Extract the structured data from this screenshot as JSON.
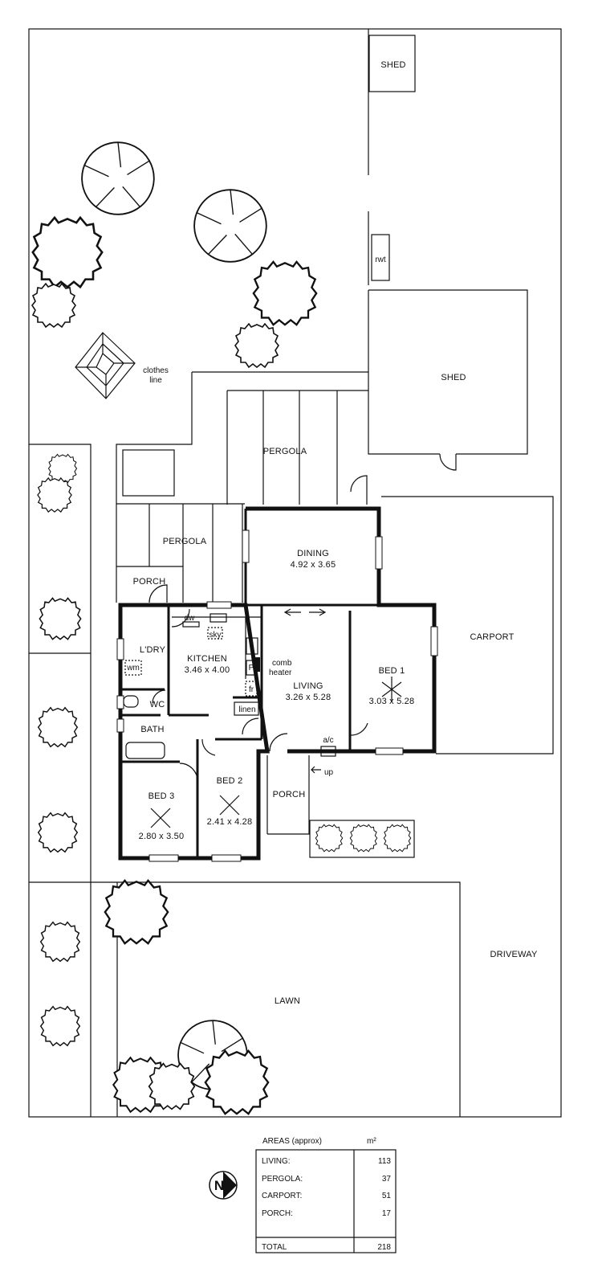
{
  "site": {
    "shed_top": "SHED",
    "shed_main": "SHED",
    "rwt": "rwt",
    "clothes_line": [
      "clothes",
      "line"
    ],
    "pergola_top": "PERGOLA",
    "pergola_left": "PERGOLA",
    "carport": "CARPORT",
    "driveway": "DRIVEWAY",
    "lawn": "LAWN"
  },
  "rooms": {
    "dining": {
      "name": "DINING",
      "size": "4.92 x 3.65"
    },
    "kitchen": {
      "name": "KITCHEN",
      "size": "3.46 x 4.00"
    },
    "living": {
      "name": "LIVING",
      "size": "3.26 x 5.28"
    },
    "bed1": {
      "name": "BED 1",
      "size": "3.03 x 5.28"
    },
    "bed2": {
      "name": "BED 2",
      "size": "2.41 x 4.28"
    },
    "bed3": {
      "name": "BED 3",
      "size": "2.80 x 3.50"
    },
    "laundry": "L'DRY",
    "wc": "WC",
    "bath": "BATH",
    "porch_rear": "PORCH",
    "porch_front": "PORCH"
  },
  "fixtures": {
    "dw": "dw",
    "sky": "sky",
    "wm": "wm",
    "p": "P",
    "fr": "fr",
    "linen": "linen",
    "comb_heater": [
      "comb",
      "heater"
    ],
    "ac": "a/c",
    "up": "up"
  },
  "areas": {
    "title": "AREAS (approx)",
    "unit": "m²",
    "rows": [
      {
        "label": "LIVING:",
        "value": "113"
      },
      {
        "label": "PERGOLA:",
        "value": "37"
      },
      {
        "label": "CARPORT:",
        "value": "51"
      },
      {
        "label": "PORCH:",
        "value": "17"
      }
    ],
    "total_label": "TOTAL",
    "total_value": "218"
  },
  "north": "N"
}
